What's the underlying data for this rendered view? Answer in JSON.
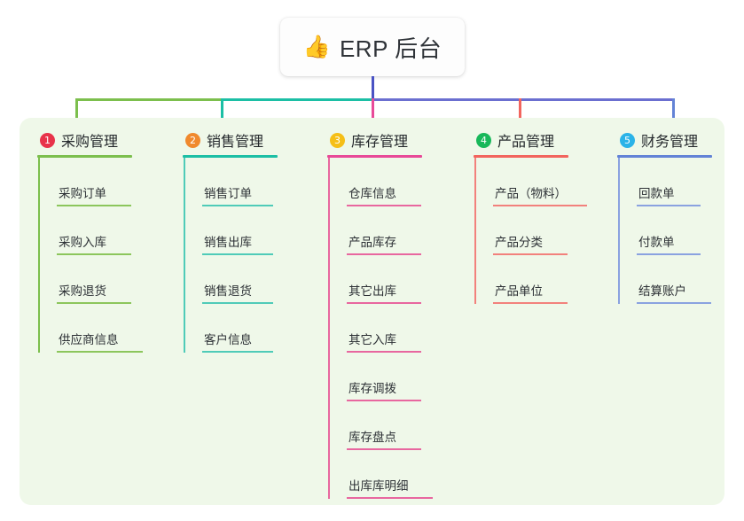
{
  "root": {
    "emoji": "👍",
    "emoji_name": "thumbs-up-icon",
    "title": "ERP 后台"
  },
  "colors": {
    "page_background": "#ffffff",
    "panel_background": "#eff8e9",
    "root_stem": "#4a53c4",
    "trunk_left": "#7cbf4d",
    "trunk_mid": "#1cbfa5",
    "trunk_right": "#6b6fd0",
    "text": "#2c3035"
  },
  "branches": [
    {
      "index": "1",
      "label": "采购管理",
      "badge_color": "#e8334a",
      "line_color": "#7cbf4d",
      "head_width": 112,
      "leaf_width": 84,
      "items": [
        "采购订单",
        "采购入库",
        "采购退货",
        "供应商信息"
      ]
    },
    {
      "index": "2",
      "label": "销售管理",
      "badge_color": "#f0892d",
      "line_color": "#1cbfa5",
      "head_width": 112,
      "leaf_width": 78,
      "items": [
        "销售订单",
        "销售出库",
        "销售退货",
        "客户信息"
      ]
    },
    {
      "index": "3",
      "label": "库存管理",
      "badge_color": "#f5bf17",
      "line_color": "#e84a98",
      "head_width": 112,
      "leaf_width": 84,
      "items": [
        "仓库信息",
        "产品库存",
        "其它出库",
        "其它入库",
        "库存调拨",
        "库存盘点",
        "出库库明细"
      ]
    },
    {
      "index": "4",
      "label": "产品管理",
      "badge_color": "#18b85a",
      "line_color": "#f2655e",
      "head_width": 112,
      "leaf_width": 96,
      "items": [
        "产品（物料）",
        "产品分类",
        "产品单位"
      ]
    },
    {
      "index": "5",
      "label": "财务管理",
      "badge_color": "#2bb3e8",
      "line_color": "#6383d6",
      "head_width": 112,
      "leaf_width": 80,
      "items": [
        "回款单",
        "付款单",
        "结算账户"
      ]
    }
  ]
}
